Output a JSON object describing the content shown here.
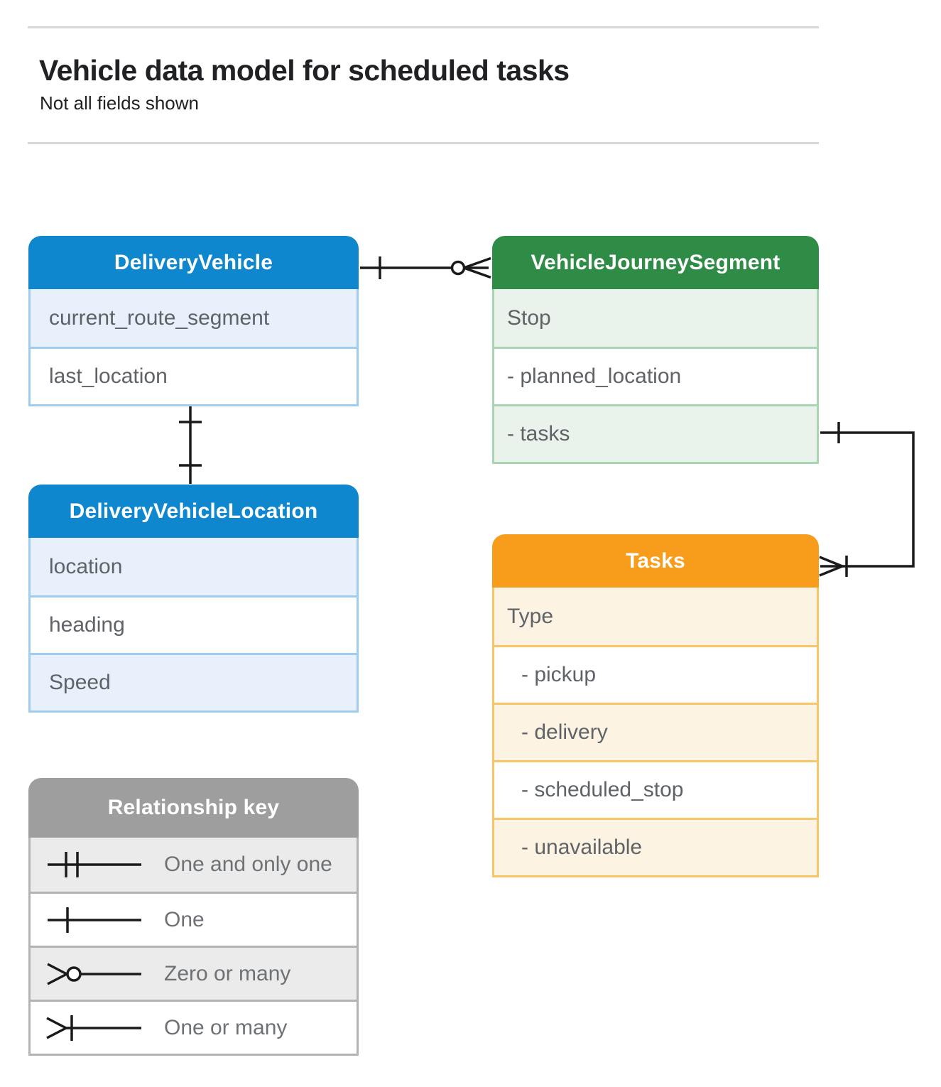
{
  "page": {
    "title": "Vehicle data model for scheduled tasks",
    "subtitle": "Not all fields shown"
  },
  "entities": [
    {
      "id": "delivery-vehicle",
      "title": "DeliveryVehicle",
      "header_color": "#0e87cf",
      "rows": [
        "current_route_segment",
        "last_location"
      ]
    },
    {
      "id": "vehicle-journey-segment",
      "title": "VehicleJourneySegment",
      "header_color": "#2f8c46",
      "rows": [
        "Stop",
        "- planned_location",
        "- tasks"
      ]
    },
    {
      "id": "delivery-vehicle-location",
      "title": "DeliveryVehicleLocation",
      "header_color": "#0e87cf",
      "rows": [
        "location",
        "heading",
        "Speed"
      ]
    },
    {
      "id": "tasks",
      "title": "Tasks",
      "header_color": "#f89c1c",
      "rows": [
        "Type",
        "- pickup",
        "- delivery",
        "- scheduled_stop",
        "- unavailable"
      ]
    }
  ],
  "relationship_key": {
    "title": "Relationship key",
    "header_color": "#9e9e9e",
    "items": [
      {
        "symbol": "one-and-only-one",
        "label": "One and only one"
      },
      {
        "symbol": "one",
        "label": "One"
      },
      {
        "symbol": "zero-or-many",
        "label": "Zero or many"
      },
      {
        "symbol": "one-or-many",
        "label": "One or many"
      }
    ]
  },
  "connectors": [
    {
      "from": "DeliveryVehicle",
      "to": "VehicleJourneySegment",
      "from_cardinality": "one",
      "to_cardinality": "zero-or-many"
    },
    {
      "from": "DeliveryVehicle",
      "to": "DeliveryVehicleLocation",
      "from_cardinality": "one",
      "to_cardinality": "one"
    },
    {
      "from": "VehicleJourneySegment.tasks",
      "to": "Tasks",
      "from_cardinality": "one",
      "to_cardinality": "one-or-many"
    }
  ],
  "colors": {
    "blue_header": "#0e87cf",
    "blue_tint": "#e8f1fb",
    "blue_border": "#9fcdf2",
    "green_header": "#2f8c46",
    "green_tint": "#e9f3eb",
    "green_border": "#a9d6b2",
    "orange_header": "#f89c1c",
    "orange_tint": "#fdf3e2",
    "orange_border": "#f9c567",
    "gray_header": "#9e9e9e",
    "gray_tint": "#ebebeb",
    "gray_border": "#b3b3b3",
    "row_text": "#5f6368",
    "key_text": "#6e7276",
    "connector": "#1a1a1a"
  }
}
